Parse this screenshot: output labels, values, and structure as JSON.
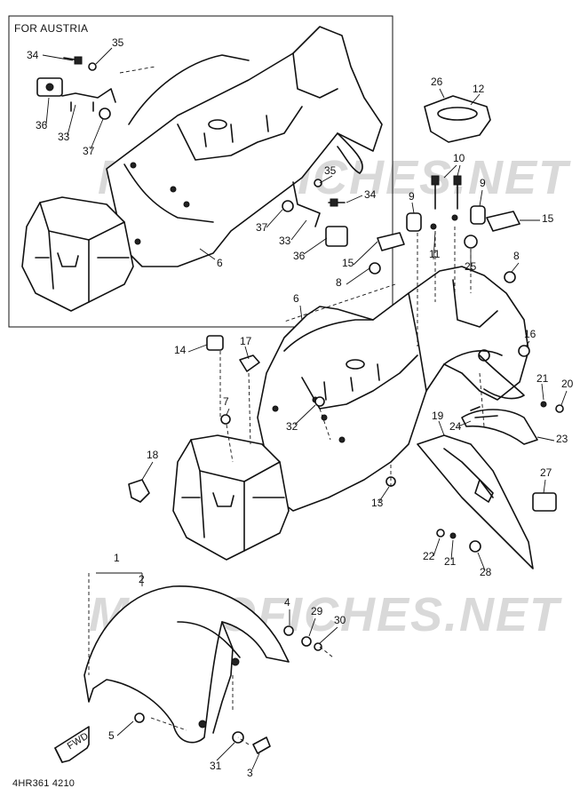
{
  "diagram": {
    "inset_heading": "FOR AUSTRIA",
    "footer_code": "4HR361 4210",
    "watermark": "MICROFICHES.NET",
    "fwd_label": "FWD",
    "callouts": [
      "1",
      "2",
      "3",
      "4",
      "5",
      "6",
      "7",
      "8",
      "9",
      "10",
      "11",
      "12",
      "13",
      "14",
      "15",
      "16",
      "17",
      "18",
      "19",
      "20",
      "21",
      "22",
      "23",
      "24",
      "25",
      "26",
      "27",
      "28",
      "29",
      "30",
      "31",
      "32",
      "33",
      "34",
      "35",
      "36",
      "37"
    ]
  }
}
